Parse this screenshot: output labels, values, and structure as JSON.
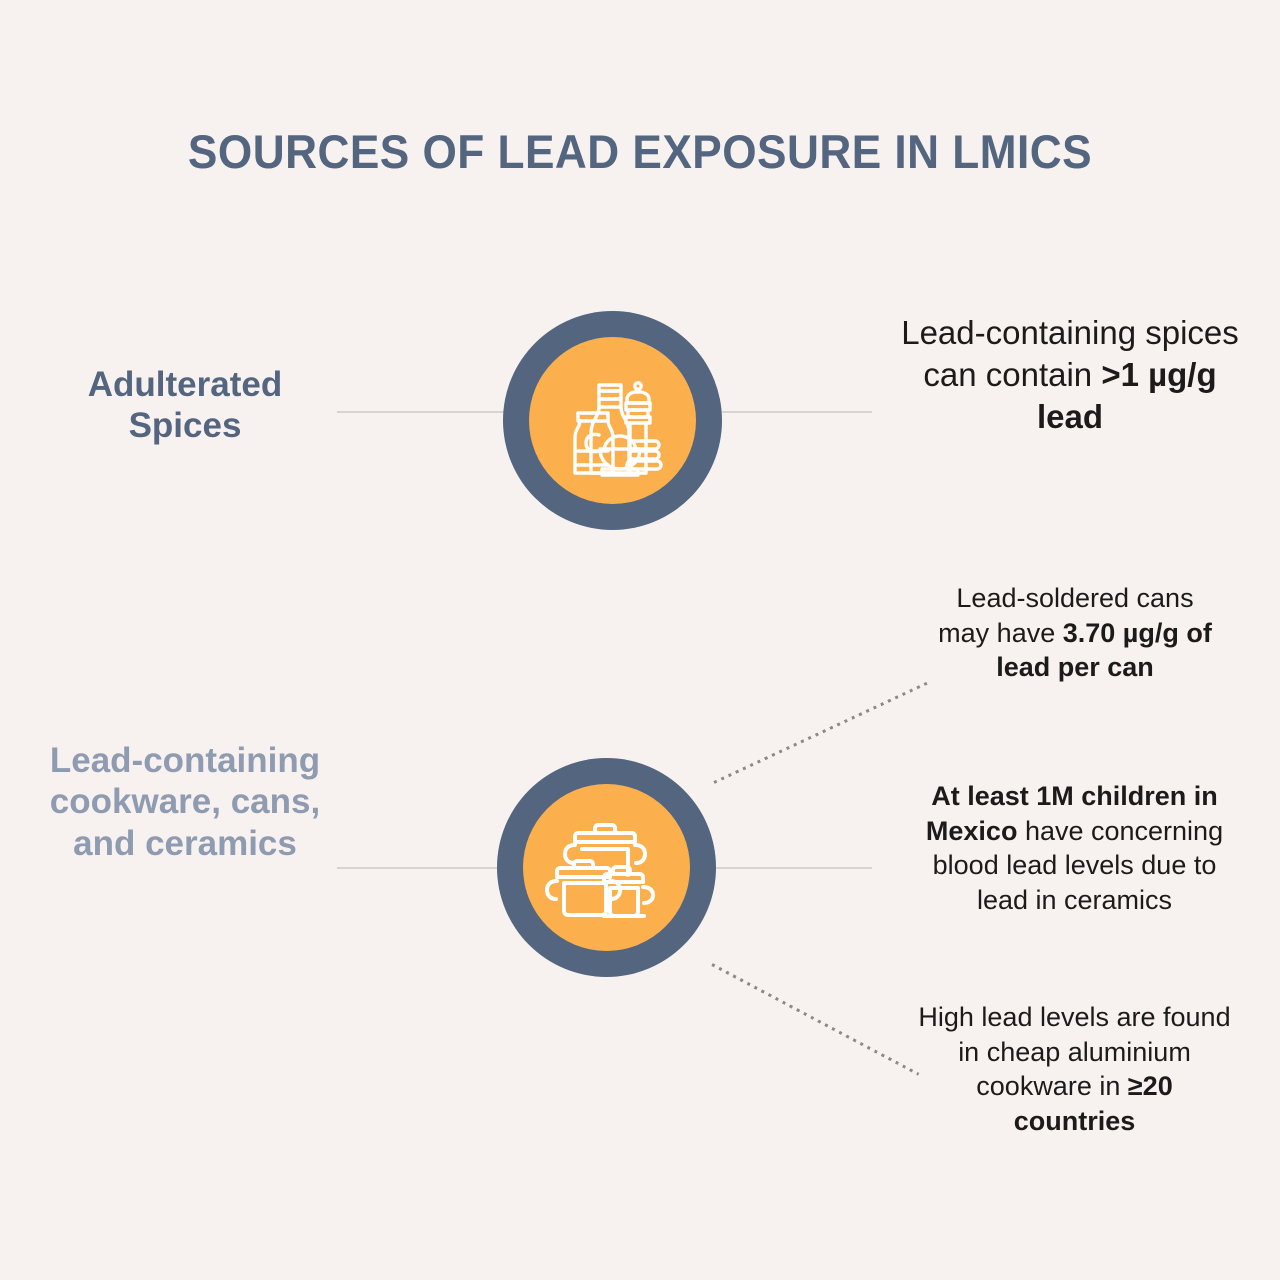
{
  "page": {
    "title": "SOURCES OF LEAD EXPOSURE IN LMICS",
    "background_color": "#f7f2f0",
    "accent_blue": "#53657f",
    "accent_orange": "#fbb04d",
    "muted_blue": "#8e9bb0",
    "line_color": "#d9d4d2",
    "dot_color": "#8d8987",
    "text_color": "#1d1b1a"
  },
  "rows": [
    {
      "label": "Adulterated Spices",
      "icon": "spices-icon",
      "icon_description": "spice jars, oil bottle, pepper grinder and bowl of ground spice",
      "facts": [
        {
          "lead_text": "Lead-containing spices can contain ",
          "bold_text": ">1 µg/g lead",
          "trail_text": ""
        }
      ]
    },
    {
      "label": "Lead-containing cookware, cans, and ceramics",
      "icon": "cookware-icon",
      "icon_description": "three stacked cooking pots with lids",
      "facts": [
        {
          "lead_text": "Lead-soldered cans may have ",
          "bold_text": "3.70 µg/g of lead per can",
          "trail_text": ""
        },
        {
          "lead_text": "",
          "bold_text": "At least 1M children in Mexico",
          "trail_text": " have concerning blood lead levels due to lead in ceramics"
        },
        {
          "lead_text": "High lead levels are found in cheap aluminium cookware in ",
          "bold_text": "≥20 countries",
          "trail_text": ""
        }
      ]
    }
  ]
}
